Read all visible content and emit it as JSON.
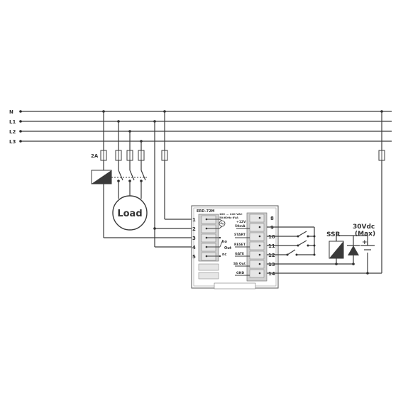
{
  "lines": {
    "n": "N",
    "l1": "L1",
    "l2": "L2",
    "l3": "L3"
  },
  "fuse_rating": "2A",
  "load_label": "Load",
  "device": {
    "model": "ERD-72M",
    "supply_rating": "100...240 VAC 50/60Hz 6VA",
    "supply_rating_line1": "100 ... 240 VAC",
    "supply_rating_line2": "50/60Hz 6VA",
    "output_labels": {
      "no": "no",
      "out": "Out",
      "nc": "nc"
    },
    "left_terminals": [
      "1",
      "2",
      "3",
      "4",
      "5"
    ],
    "right_terminals": [
      "8",
      "9",
      "10",
      "11",
      "12",
      "13",
      "14"
    ],
    "right_labels": {
      "supply_line1": "+12V",
      "supply_line2": "50mA",
      "start": "START",
      "reset": "RESET",
      "gate": "GATE",
      "ss_out": "SS Out",
      "gnd": "GND"
    }
  },
  "ssr_label": "SSR",
  "source_label_line1": "30Vdc",
  "source_label_line2": "(Max)",
  "icons": [
    "terminal-block-icon",
    "fuse-icon",
    "relay-coil-icon",
    "contact-icon",
    "motor-load-icon",
    "ac-supply-icon",
    "ssr-icon",
    "diode-icon",
    "battery-icon"
  ]
}
